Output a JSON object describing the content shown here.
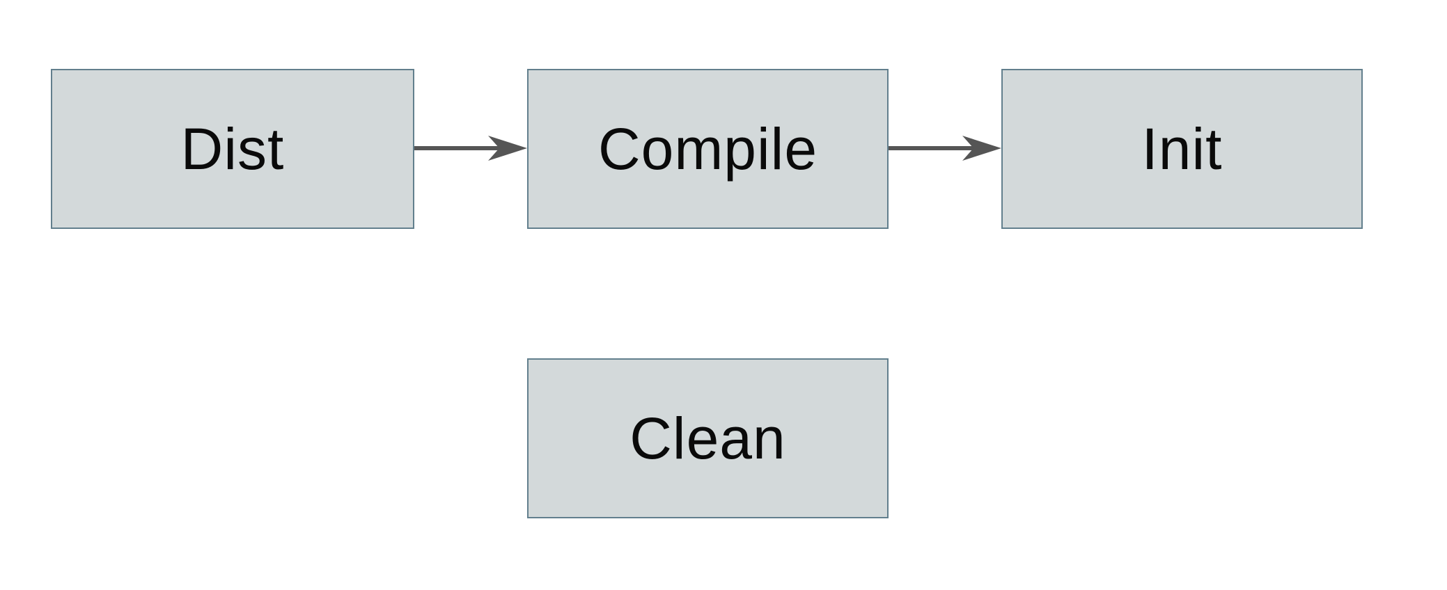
{
  "diagram": {
    "type": "flowchart",
    "nodes": [
      {
        "id": "dist",
        "label": "Dist"
      },
      {
        "id": "compile",
        "label": "Compile"
      },
      {
        "id": "init",
        "label": "Init"
      },
      {
        "id": "clean",
        "label": "Clean"
      }
    ],
    "edges": [
      {
        "from": "Dist",
        "to": "Compile",
        "direction": "right",
        "style": "solid-arrow"
      },
      {
        "from": "Compile",
        "to": "Init",
        "direction": "right",
        "style": "solid-arrow"
      }
    ],
    "colors": {
      "node_fill": "#d3d9da",
      "node_border": "#627f8d",
      "arrow": "#555555",
      "text": "#0a0a0a",
      "background": "#ffffff"
    }
  }
}
